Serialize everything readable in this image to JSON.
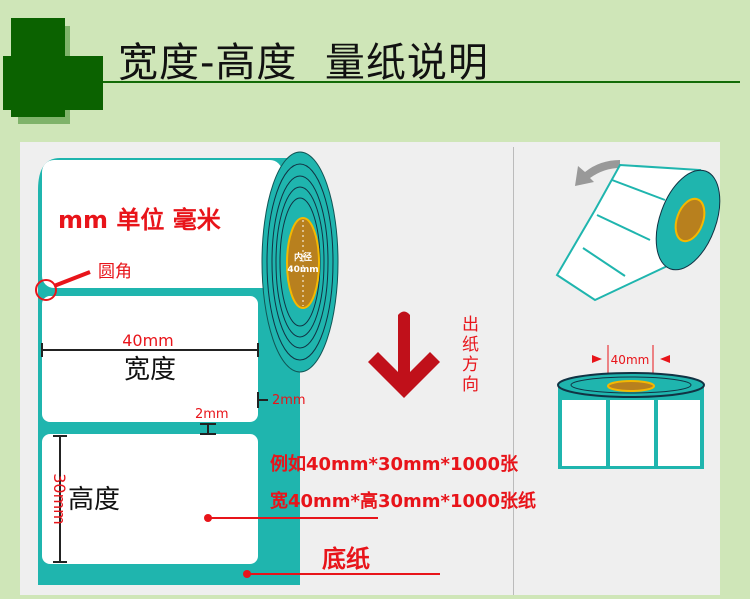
{
  "title": "宽度-高度  量纸说明",
  "unit_label": "mm  单位  毫米",
  "corner_label": "圆角",
  "width_value": "40mm",
  "width_label": "宽度",
  "gap_side": "2mm",
  "gap_between": "2mm",
  "height_value": "30mm",
  "height_label": "高度",
  "core_label_1": "内径",
  "core_label_2": "40mm",
  "direction_label": [
    "出",
    "纸",
    "方",
    "向"
  ],
  "example_line_1": "例如40mm*30mm*1000张",
  "example_line_2": "宽40mm*高30mm*1000张纸",
  "backing_label": "底纸",
  "top_view_core": "40mm",
  "colors": {
    "teal": "#1fb5ae",
    "dark_green": "#0b6200",
    "red": "#e8141a",
    "core": "#b8801e"
  }
}
